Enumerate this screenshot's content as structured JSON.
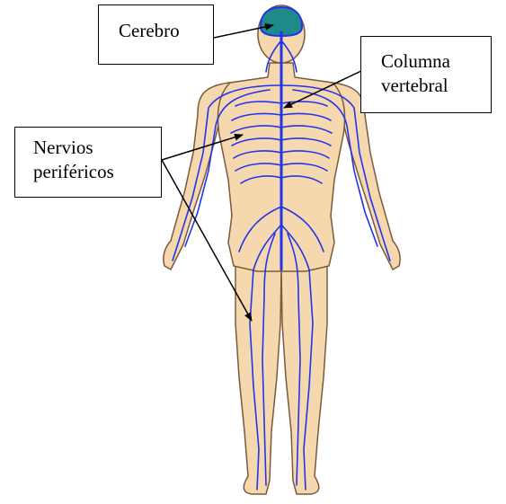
{
  "labels": {
    "cerebro": "Cerebro",
    "columna_line1": "Columna",
    "columna_line2": "vertebral",
    "nervios_line1": "Nervios",
    "nervios_line2": "periféricos"
  },
  "colors": {
    "skin": "#f5d8ae",
    "outline": "#7a5a3c",
    "nerve": "#2233ee",
    "brain": "#1f8a8a",
    "arrow": "#000000"
  }
}
